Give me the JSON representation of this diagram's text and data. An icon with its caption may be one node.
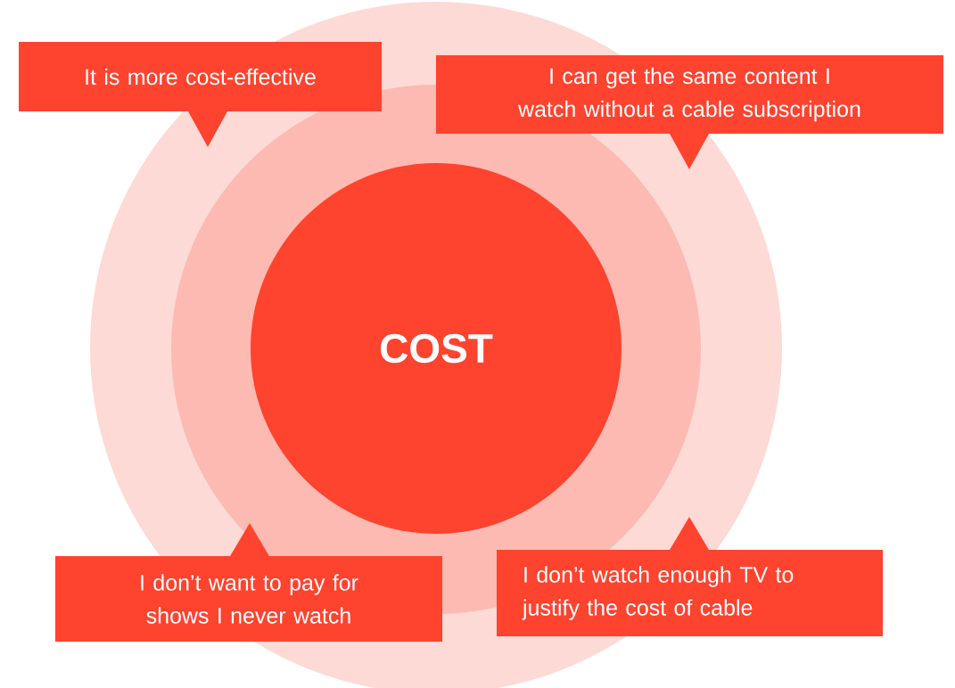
{
  "diagram": {
    "nodes": [
      {
        "text": [],
        "shape": "circle"
      },
      {
        "text": [],
        "shape": "circle",
        "in": 0
      },
      {
        "text": [
          "COST"
        ],
        "in": 1
      },
      {
        "text": [
          "It is more cost-effective"
        ]
      },
      {
        "text": [
          "I can get the same content I watch without a cable subscription"
        ]
      },
      {
        "text": [
          "I don’t want to pay for shows I never watch"
        ]
      },
      {
        "text": [
          "I don’t watch enough TV to justify the cost of cable"
        ]
      }
    ]
  }
}
